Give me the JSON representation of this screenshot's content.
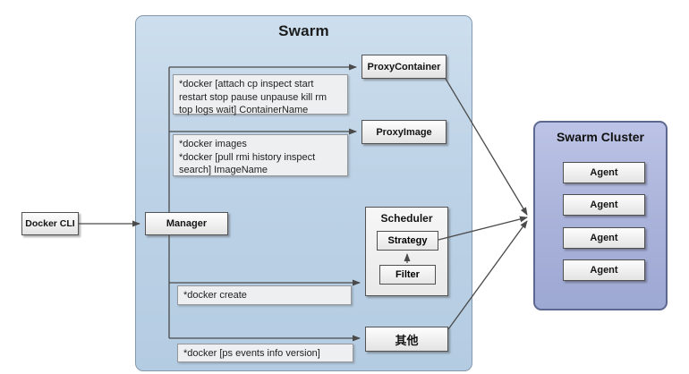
{
  "swarm": {
    "title": "Swarm"
  },
  "cluster": {
    "title": "Swarm Cluster",
    "agents": [
      "Agent",
      "Agent",
      "Agent",
      "Agent"
    ]
  },
  "nodes": {
    "docker_cli": "Docker CLI",
    "manager": "Manager",
    "proxy_container": "ProxyContainer",
    "proxy_image": "ProxyImage",
    "scheduler": "Scheduler",
    "strategy": "Strategy",
    "filter": "Filter",
    "other": "其他"
  },
  "notes": {
    "container_cmds": "*docker [attach cp inspect start restart stop pause unpause kill rm top logs wait] ContainerName",
    "image_cmds_line1": "*docker images",
    "image_cmds_line2": "*docker [pull rmi history inspect search] ImageName",
    "create_cmd": "*docker create",
    "info_cmds": "*docker [ps events info version]"
  },
  "colors": {
    "swarm_fill": "#bdd2e6",
    "swarm_border": "#8399b0",
    "cluster_fill": "#aab3da",
    "cluster_border": "#5d6890",
    "node_border": "#525252",
    "connector": "#4a4a4a"
  }
}
